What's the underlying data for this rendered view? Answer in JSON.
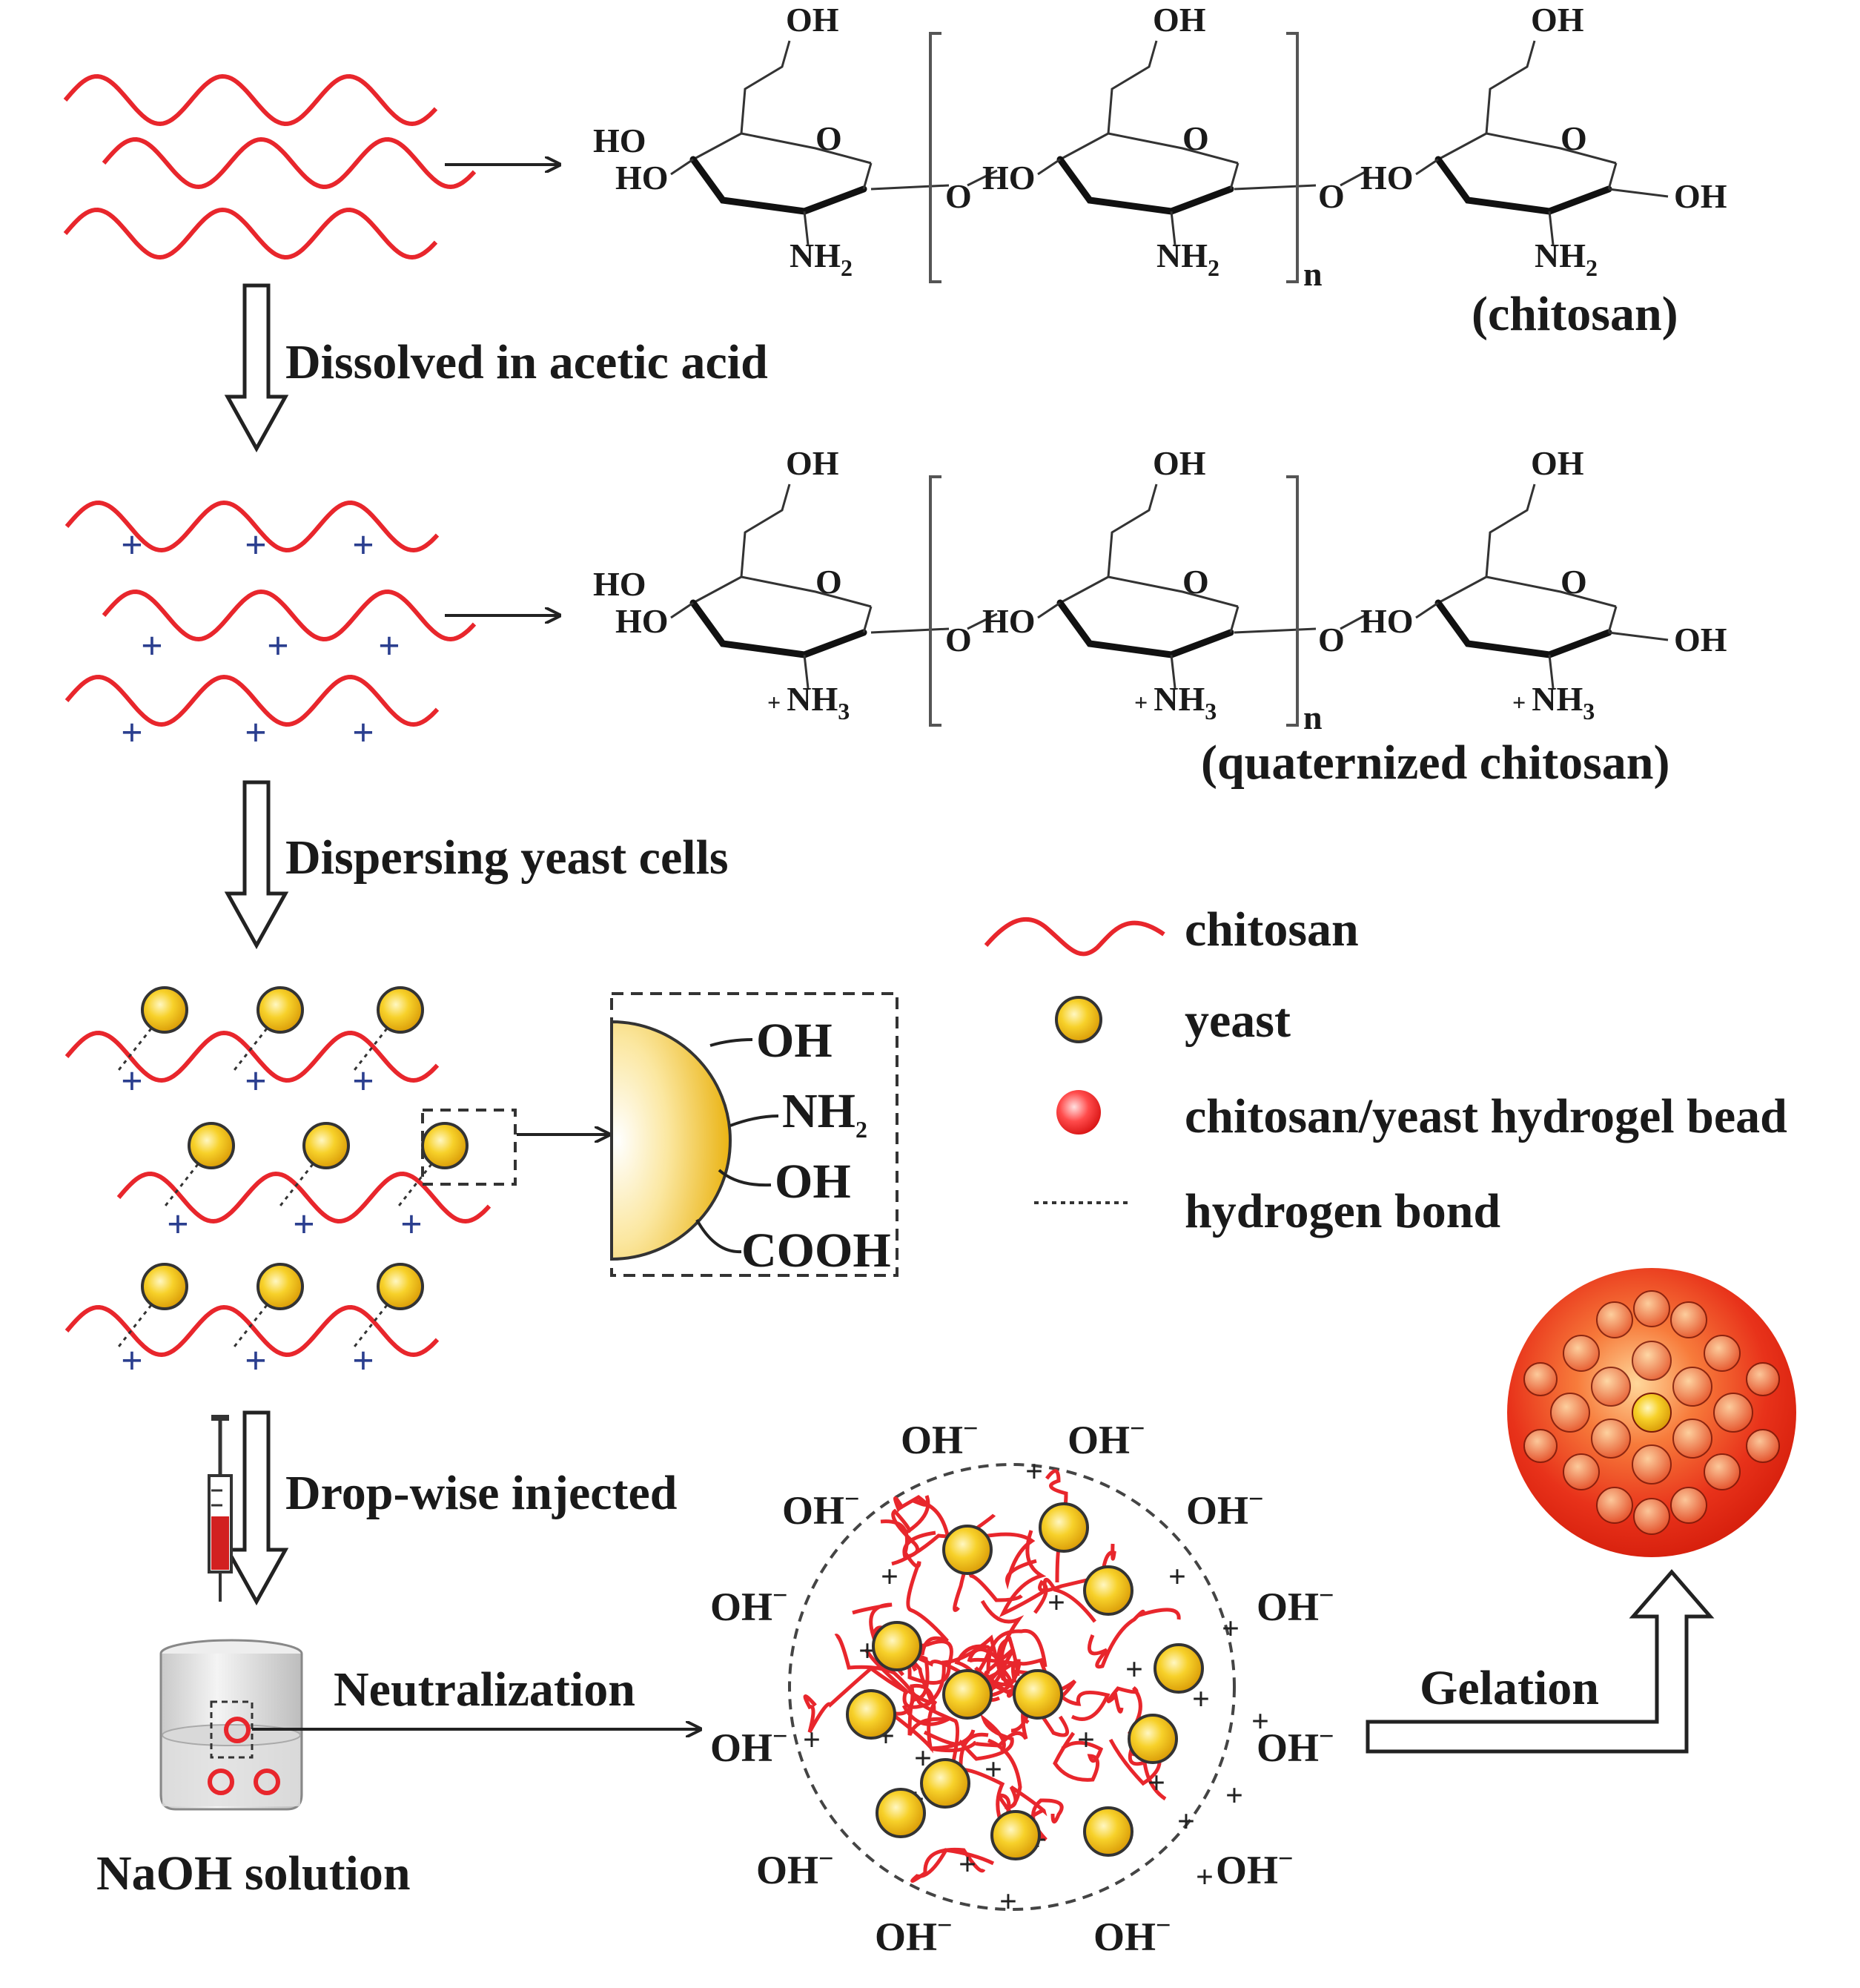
{
  "steps": {
    "dissolve": "Dissolved in acetic acid",
    "disperse": "Dispersing yeast cells",
    "inject": "Drop-wise injected",
    "neutralize": "Neutralization",
    "gelation": "Gelation"
  },
  "chitosan": {
    "name": "(chitosan)",
    "amine": "NH",
    "amine_sub": "2"
  },
  "quaternized": {
    "name": "(quaternized chitosan)",
    "amine": "NH",
    "amine_sub": "3",
    "amine_charge": "+"
  },
  "ring_labels": {
    "oh": "OH",
    "ho": "HO",
    "o": "O",
    "bridge_o": "O",
    "repeat_n": "n"
  },
  "yeast_surface": {
    "groups": [
      "OH",
      "NH",
      "OH",
      "COOH"
    ],
    "nh_sub": "2"
  },
  "legend": [
    {
      "icon": "chitosan-wave-icon",
      "label": "chitosan"
    },
    {
      "icon": "yeast-icon",
      "label": "yeast"
    },
    {
      "icon": "hydrogel-bead-icon",
      "label": "chitosan/yeast hydrogel bead"
    },
    {
      "icon": "hydrogen-bond-icon",
      "label": "hydrogen bond"
    }
  ],
  "beaker_label": "NaOH solution",
  "ions": {
    "hydroxide": "OH",
    "hydroxide_charge": "−",
    "plus": "+"
  },
  "colors": {
    "chitosan": "#e8262c",
    "yeast_fill": "#f5c218",
    "yeast_stroke": "#333333",
    "charge": "#2b3f8f",
    "bead": "#e02a14"
  }
}
